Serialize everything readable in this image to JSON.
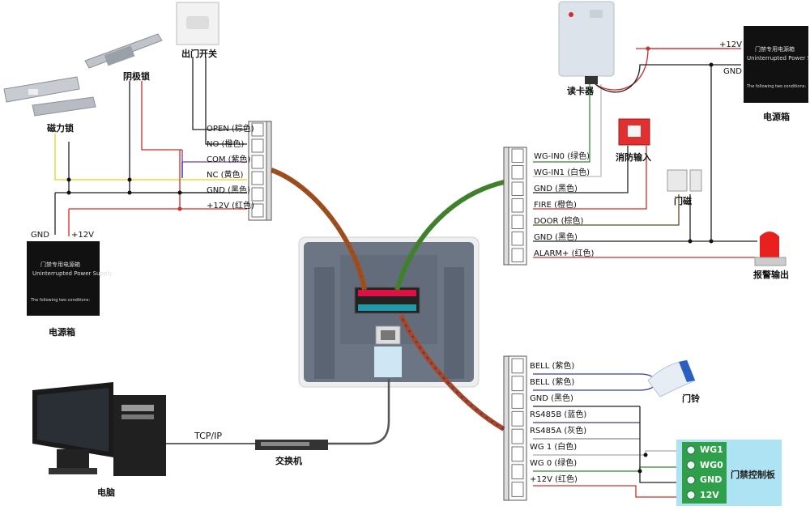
{
  "devices": {
    "mag_lock": "磁力锁",
    "strike_lock": "阴极锁",
    "exit_switch": "出门开关",
    "psu_left": "电源箱",
    "psu_right": "电源箱",
    "card_reader": "读卡器",
    "fire_input": "消防输入",
    "door_sensor": "门磁",
    "alarm_output": "报警输出",
    "doorbell": "门铃",
    "computer": "电脑",
    "switch": "交换机",
    "control_board": "门禁控制板"
  },
  "psu_box": {
    "title": "门禁专用电源箱",
    "subtitle": "Uninterrupted Power Supply",
    "note": "The following two conditions:"
  },
  "psu_left_terminals": {
    "gnd": "GND",
    "v12": "+12V"
  },
  "psu_right_terminals": {
    "v12": "+12V",
    "gnd": "GND"
  },
  "left_terminal": [
    {
      "label": "OPEN (棕色)",
      "color": "#8a5a2b"
    },
    {
      "label": "NO (橙色)",
      "color": "#e0572a"
    },
    {
      "label": "COM (紫色)",
      "color": "#7a3fa0"
    },
    {
      "label": "NC (黄色)",
      "color": "#e8d21a"
    },
    {
      "label": "GND (黑色)",
      "color": "#222222"
    },
    {
      "label": "+12V (红色)",
      "color": "#d62a2a"
    }
  ],
  "right_top_terminal": [
    {
      "label": "WG-IN0 (绿色)",
      "color": "#2f8a2f"
    },
    {
      "label": "WG-IN1 (白色)",
      "color": "#bbbbbb"
    },
    {
      "label": "GND (黑色)",
      "color": "#222222"
    },
    {
      "label": "FIRE (橙色)",
      "color": "#d62a2a"
    },
    {
      "label": "DOOR (棕色)",
      "color": "#5a4a20"
    },
    {
      "label": "GND (黑色)",
      "color": "#222222"
    },
    {
      "label": "ALARM+ (红色)",
      "color": "#d62a2a"
    }
  ],
  "right_bottom_terminal": [
    {
      "label": "BELL (紫色)",
      "color": "#3a3a9a"
    },
    {
      "label": "BELL (紫色)",
      "color": "#3a3a9a"
    },
    {
      "label": "GND (黑色)",
      "color": "#222222"
    },
    {
      "label": "RS485B (蓝色)",
      "color": "#3a3a9a"
    },
    {
      "label": "RS485A (灰色)",
      "color": "#888888"
    },
    {
      "label": "WG 1 (白色)",
      "color": "#aaaaaa"
    },
    {
      "label": "WG 0 (绿色)",
      "color": "#2f8a2f"
    },
    {
      "label": "+12V (红色)",
      "color": "#d62a2a"
    }
  ],
  "control_board_pins": [
    "WG1",
    "WG0",
    "GND",
    "12V"
  ],
  "network": {
    "tcp_ip": "TCP/IP"
  }
}
